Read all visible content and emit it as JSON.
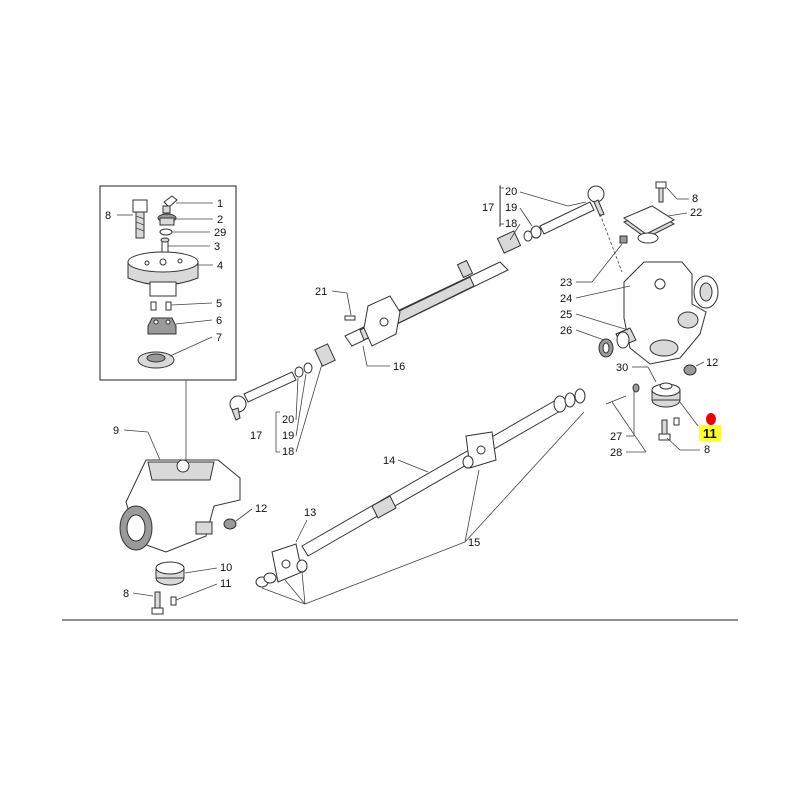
{
  "labels": {
    "l1": "1",
    "l2": "2",
    "l29": "29",
    "l3": "3",
    "l4": "4",
    "l5": "5",
    "l6": "6",
    "l7": "7",
    "l8a": "8",
    "l9": "9",
    "l12a": "12",
    "l10": "10",
    "l11a": "11",
    "l8b": "8",
    "l21": "21",
    "l16": "16",
    "l20a": "20",
    "l19a": "19",
    "l17a": "17",
    "l18a": "18",
    "l20b": "20",
    "l19b": "19",
    "l17b": "17",
    "l18b": "18",
    "l8c": "8",
    "l22": "22",
    "l23": "23",
    "l24": "24",
    "l25": "25",
    "l26": "26",
    "l12b": "12",
    "l30": "30",
    "l11b": "11",
    "l27": "27",
    "l28": "28",
    "l8d": "8",
    "l14": "14",
    "l13": "13",
    "l15": "15"
  },
  "highlight": {
    "label": "11",
    "box_color": "#ffff33",
    "marker_color": "#e60000"
  },
  "colors": {
    "line": "#333333",
    "part_fill": "#ffffff",
    "shade_fill": "#d9d9d9"
  }
}
